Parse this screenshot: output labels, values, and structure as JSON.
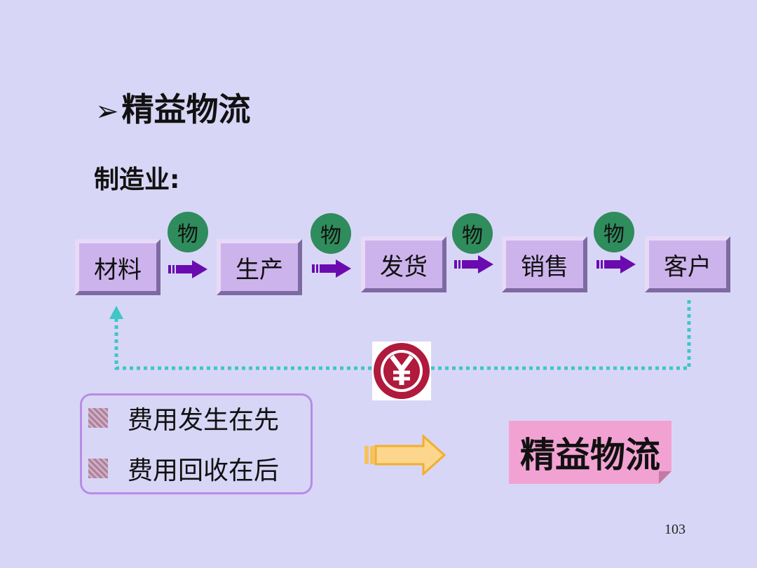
{
  "title": {
    "bullet": "➢",
    "text": "精益物流"
  },
  "subtitle": "制造业:",
  "flow": {
    "steps": [
      "材料",
      "生产",
      "发货",
      "销售",
      "客户"
    ],
    "badge_label": "物"
  },
  "money_icon": "yen-icon",
  "list": [
    "费用发生在先",
    "费用回收在后"
  ],
  "result": "精益物流",
  "page_number": "103",
  "colors": {
    "background": "#d8d6f6",
    "step_fill": "#cdb3ec",
    "badge": "#2f8c5c",
    "flow_arrow": "#6a0bb0",
    "dotted_line": "#3fc6c6",
    "yen_circle": "#b01a3c",
    "note_fill": "#f2a2d2",
    "big_arrow": "#f7c25a"
  }
}
